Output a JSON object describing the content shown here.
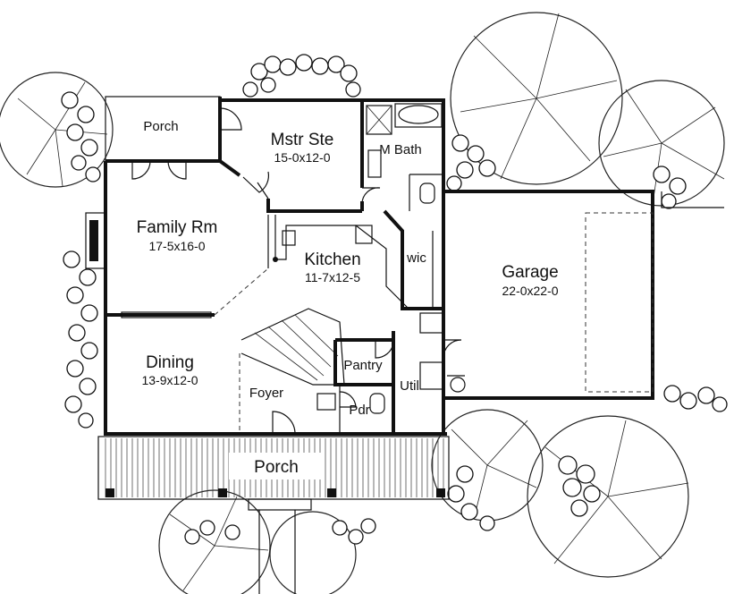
{
  "rooms": {
    "porch_rear": {
      "name": "Porch"
    },
    "master_suite": {
      "name": "Mstr Ste",
      "size": "15-0x12-0"
    },
    "master_bath": {
      "name": "M Bath"
    },
    "family_room": {
      "name": "Family Rm",
      "size": "17-5x16-0"
    },
    "kitchen": {
      "name": "Kitchen",
      "size": "11-7x12-5"
    },
    "walk_in_closet": {
      "name": "wic"
    },
    "garage": {
      "name": "Garage",
      "size": "22-0x22-0"
    },
    "dining": {
      "name": "Dining",
      "size": "13-9x12-0"
    },
    "pantry": {
      "name": "Pantry"
    },
    "utility": {
      "name": "Util"
    },
    "foyer": {
      "name": "Foyer"
    },
    "powder_room": {
      "name": "Pdr"
    },
    "porch_front": {
      "name": "Porch"
    }
  }
}
